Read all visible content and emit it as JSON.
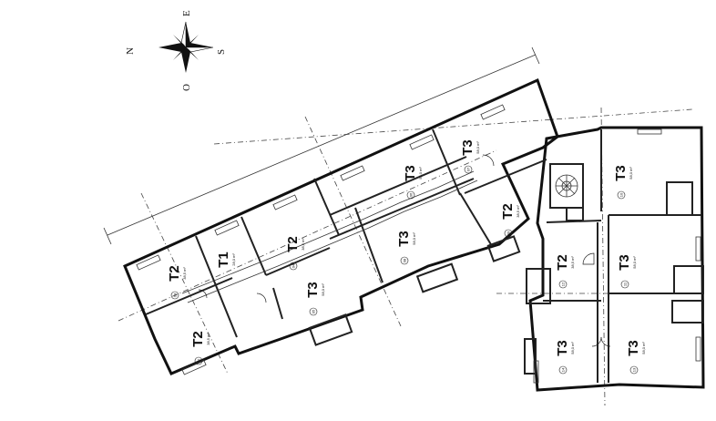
{
  "compass": {
    "north": "N",
    "east": "E",
    "south": "S",
    "west": "O"
  },
  "units": [
    {
      "id": "u1",
      "type": "T2",
      "area": "38,5 m²",
      "num": "03"
    },
    {
      "id": "u2",
      "type": "T2",
      "area": "38,5 m²",
      "num": "02"
    },
    {
      "id": "u3",
      "type": "T1",
      "area": "28,0 m²",
      "num": ""
    },
    {
      "id": "u4",
      "type": "T2",
      "area": "38,5 m²",
      "num": "04"
    },
    {
      "id": "u5",
      "type": "T3",
      "area": "58,0 m²",
      "num": "05"
    },
    {
      "id": "u6",
      "type": "T3",
      "area": "58,0 m²",
      "num": "06"
    },
    {
      "id": "u7",
      "type": "T3",
      "area": "58,0 m²",
      "num": "07"
    },
    {
      "id": "u8",
      "type": "T3",
      "area": "58,0 m²",
      "num": "08"
    },
    {
      "id": "u9",
      "type": "T2",
      "area": "38,5 m²",
      "num": "09"
    },
    {
      "id": "u10",
      "type": "T3",
      "area": "58,0 m²",
      "num": "10"
    },
    {
      "id": "u11",
      "type": "T2",
      "area": "38,5 m²",
      "num": "12"
    },
    {
      "id": "u12",
      "type": "T3",
      "area": "58,0 m²",
      "num": "11"
    },
    {
      "id": "u13",
      "type": "T3",
      "area": "58,0 m²",
      "num": "14"
    },
    {
      "id": "u14",
      "type": "T3",
      "area": "58,0 m²",
      "num": "13"
    }
  ]
}
